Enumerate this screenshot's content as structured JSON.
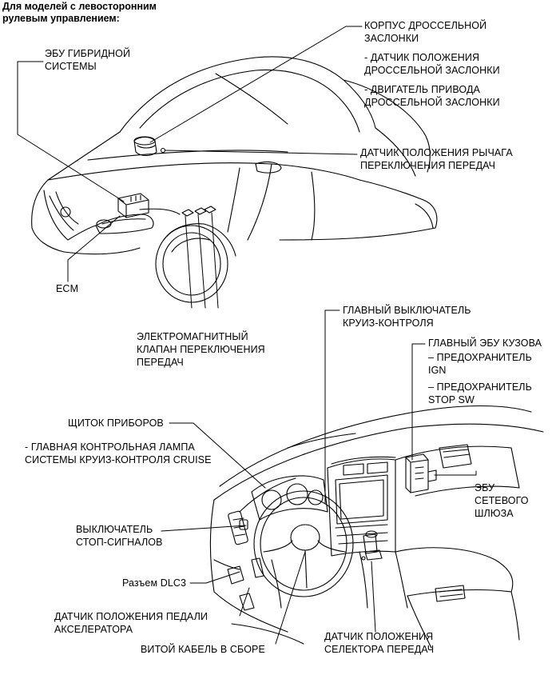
{
  "header": "Для моделей с левосторонним\nрулевым управлением:",
  "labels": {
    "hybrid_ecu": "ЭБУ ГИБРИДНОЙ\nСИСТЕМЫ",
    "throttle_body": "КОРПУС ДРОССЕЛЬНОЙ\nЗАСЛОНКИ",
    "throttle_position_sensor": "- ДАТЧИК ПОЛОЖЕНИЯ\nДРОССЕЛЬНОЙ ЗАСЛОНКИ",
    "throttle_motor": "- ДВИГАТЕЛЬ ПРИВОДА\nДРОССЕЛЬНОЙ ЗАСЛОНКИ",
    "shift_lever_sensor": "ДАТЧИК ПОЛОЖЕНИЯ РЫЧАГА\nПЕРЕКЛЮЧЕНИЯ ПЕРЕДАЧ",
    "ecm": "ECM",
    "shift_solenoid": "ЭЛЕКТРОМАГНИТНЫЙ\nКЛАПАН ПЕРЕКЛЮЧЕНИЯ\nПЕРЕДАЧ",
    "cruise_main_switch": "ГЛАВНЫЙ ВЫКЛЮЧАТЕЛЬ\nКРУИЗ-КОНТРОЛЯ",
    "main_body_ecu": "ГЛАВНЫЙ ЭБУ КУЗОВА",
    "fuse_ign": "– ПРЕДОХРАНИТЕЛЬ\nIGN",
    "fuse_stop_sw": "– ПРЕДОХРАНИТЕЛЬ\nSTOP SW",
    "instrument_cluster": "ЩИТОК ПРИБОРОВ",
    "cruise_indicator": "- ГЛАВНАЯ КОНТРОЛЬНАЯ ЛАМПА\nСИСТЕМЫ КРУИЗ-КОНТРОЛЯ CRUISE",
    "gateway_ecu": "ЭБУ\nСЕТЕВОГО\nШЛЮЗА",
    "stop_light_switch": "ВЫКЛЮЧАТЕЛЬ\nСТОП-СИГНАЛОВ",
    "dlc3": "Разъем DLC3",
    "accel_pedal_sensor": "ДАТЧИК ПОЛОЖЕНИЯ ПЕДАЛИ\nАКСЕЛЕРАТОРА",
    "spiral_cable": "ВИТОЙ КАБЕЛЬ В СБОРЕ",
    "shift_selector_sensor": "ДАТЧИК ПОЛОЖЕНИЯ\nСЕЛЕКТОРА ПЕРЕДАЧ"
  }
}
